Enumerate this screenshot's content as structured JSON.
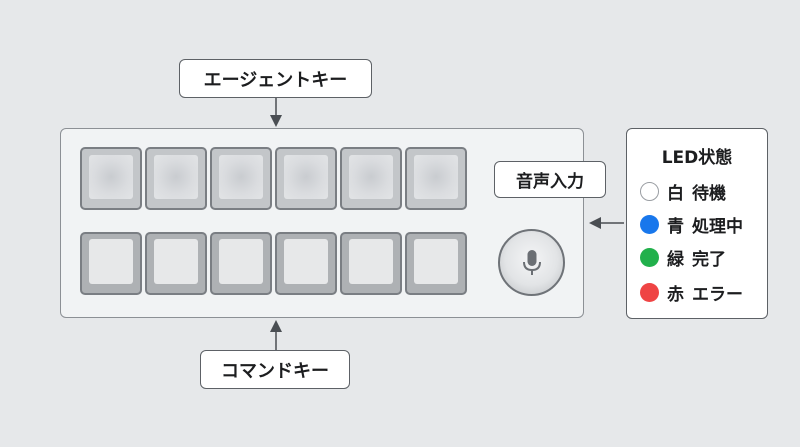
{
  "labels": {
    "agent_keys": "エージェントキー",
    "command_keys": "コマンドキー",
    "voice_input": "音声入力"
  },
  "agent_keys": {
    "count": 6
  },
  "command_keys": {
    "count": 6
  },
  "mic_icon": "microphone-icon",
  "led_panel": {
    "title": "LED状態",
    "items": [
      {
        "color_name": "白",
        "status": "待機",
        "color": "#ffffff"
      },
      {
        "color_name": "青",
        "status": "処理中",
        "color": "#1877ec"
      },
      {
        "color_name": "緑",
        "status": "完了",
        "color": "#21b04b"
      },
      {
        "color_name": "赤",
        "status": "エラー",
        "color": "#ef4444"
      }
    ]
  }
}
